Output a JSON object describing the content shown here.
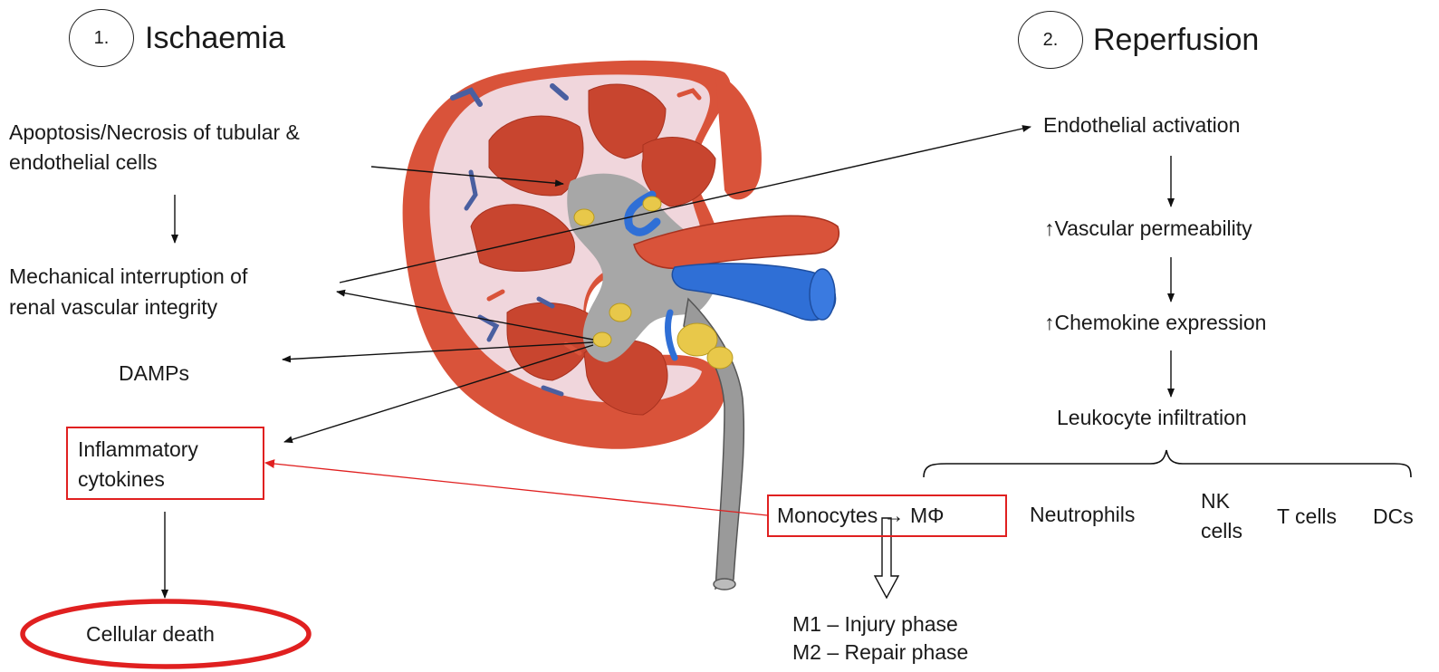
{
  "ischaemia": {
    "number": "1.",
    "title": "Ischaemia",
    "apoptosis_line1": "Apoptosis/Necrosis of tubular &",
    "apoptosis_line2": "endothelial cells",
    "mechanical_line1": "Mechanical interruption of",
    "mechanical_line2": "renal vascular integrity",
    "damps": "DAMPs",
    "cytokines_line1": "Inflammatory",
    "cytokines_line2": "cytokines",
    "cellular_death": "Cellular death"
  },
  "reperfusion": {
    "number": "2.",
    "title": "Reperfusion",
    "endothelial": "Endothelial activation",
    "vascular": "↑Vascular permeability",
    "chemokine": "↑Chemokine expression",
    "leukocyte": "Leukocyte infiltration",
    "monocytes": "Monocytes → MΦ",
    "neutrophils": "Neutrophils",
    "nk_line1": "NK",
    "nk_line2": "cells",
    "tcells": "T cells",
    "dcs": "DCs",
    "m1": "M1 – Injury phase",
    "m2": "M2 – Repair phase"
  },
  "colors": {
    "cortex": "#d9533a",
    "medulla_pyramid": "#c8452f",
    "pink_tissue": "#f0d6dc",
    "vein_blue": "#2f6fd6",
    "hilum_grey": "#9a9a9a",
    "fat_yellow": "#e8c84a",
    "highlight_red": "#e02020"
  }
}
